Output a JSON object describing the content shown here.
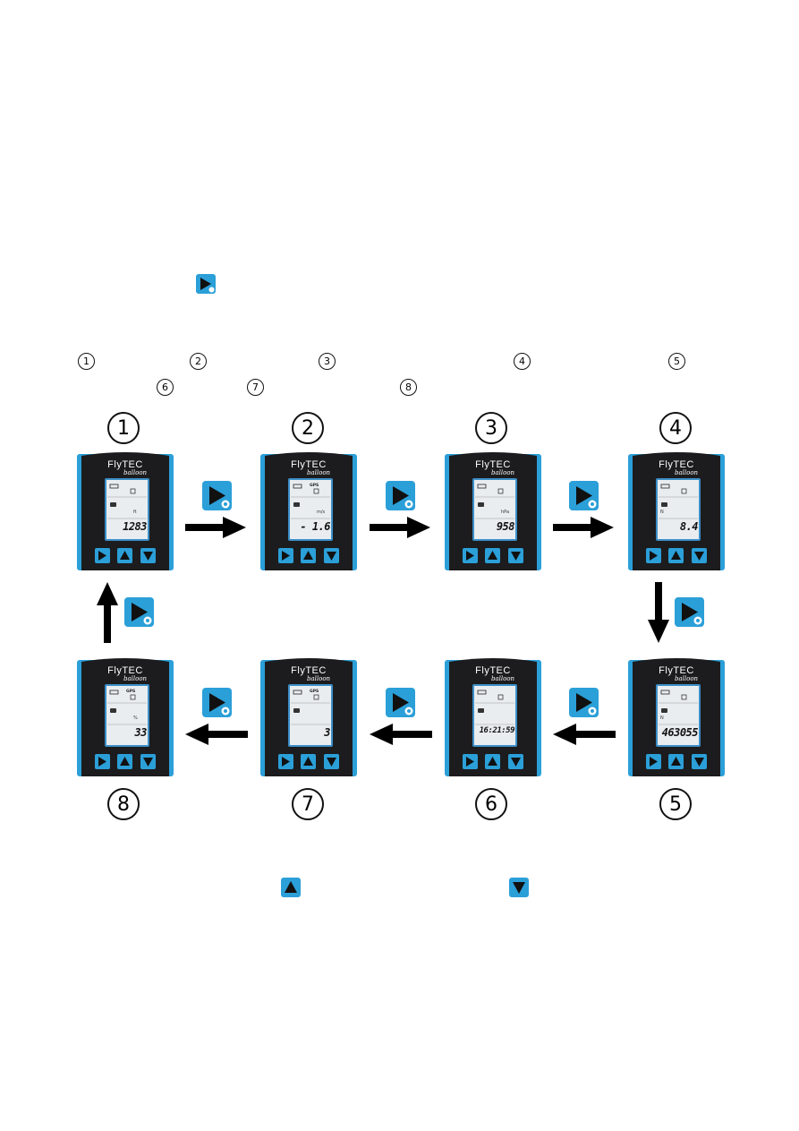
{
  "intro_button": {
    "icon": "next-settings-button-icon"
  },
  "small_numbers": [
    "1",
    "2",
    "3",
    "4",
    "5",
    "6",
    "7",
    "8"
  ],
  "big_numbers": [
    "1",
    "2",
    "3",
    "4",
    "5",
    "6",
    "7",
    "8"
  ],
  "brand": {
    "name": "FlyTEC",
    "sub": "balloon"
  },
  "screens": [
    {
      "num": "1",
      "value": "1283",
      "unit": "ft",
      "icon": "altitude-icon",
      "top": "",
      "extra": ""
    },
    {
      "num": "2",
      "value": "- 1.6",
      "unit": "m/s",
      "icon": "vario-icon",
      "top": "GPS",
      "extra": ""
    },
    {
      "num": "3",
      "value": "958",
      "unit": "hPa",
      "icon": "pressure-icon",
      "top": "",
      "extra": ""
    },
    {
      "num": "4",
      "value": "8.4",
      "unit": "",
      "icon": "speed-icon",
      "top": "",
      "extra": "N"
    },
    {
      "num": "5",
      "value": "463055",
      "unit": "",
      "icon": "gps-position-icon",
      "top": "",
      "extra": "N"
    },
    {
      "num": "6",
      "value": "16:21:59",
      "unit": "",
      "icon": "clock-icon",
      "top": "",
      "extra": ""
    },
    {
      "num": "7",
      "value": "3",
      "unit": "",
      "icon": "memory-icon",
      "top": "GPS",
      "extra": ""
    },
    {
      "num": "8",
      "value": "33",
      "unit": "%",
      "icon": "volume-icon",
      "top": "GPS",
      "extra": ""
    }
  ],
  "legend": {
    "up_icon": "up-button-icon",
    "down_icon": "down-button-icon"
  },
  "colors": {
    "accent": "#2b9fd8",
    "device": "#1c1c1e",
    "lcd": "#e9edf0"
  }
}
